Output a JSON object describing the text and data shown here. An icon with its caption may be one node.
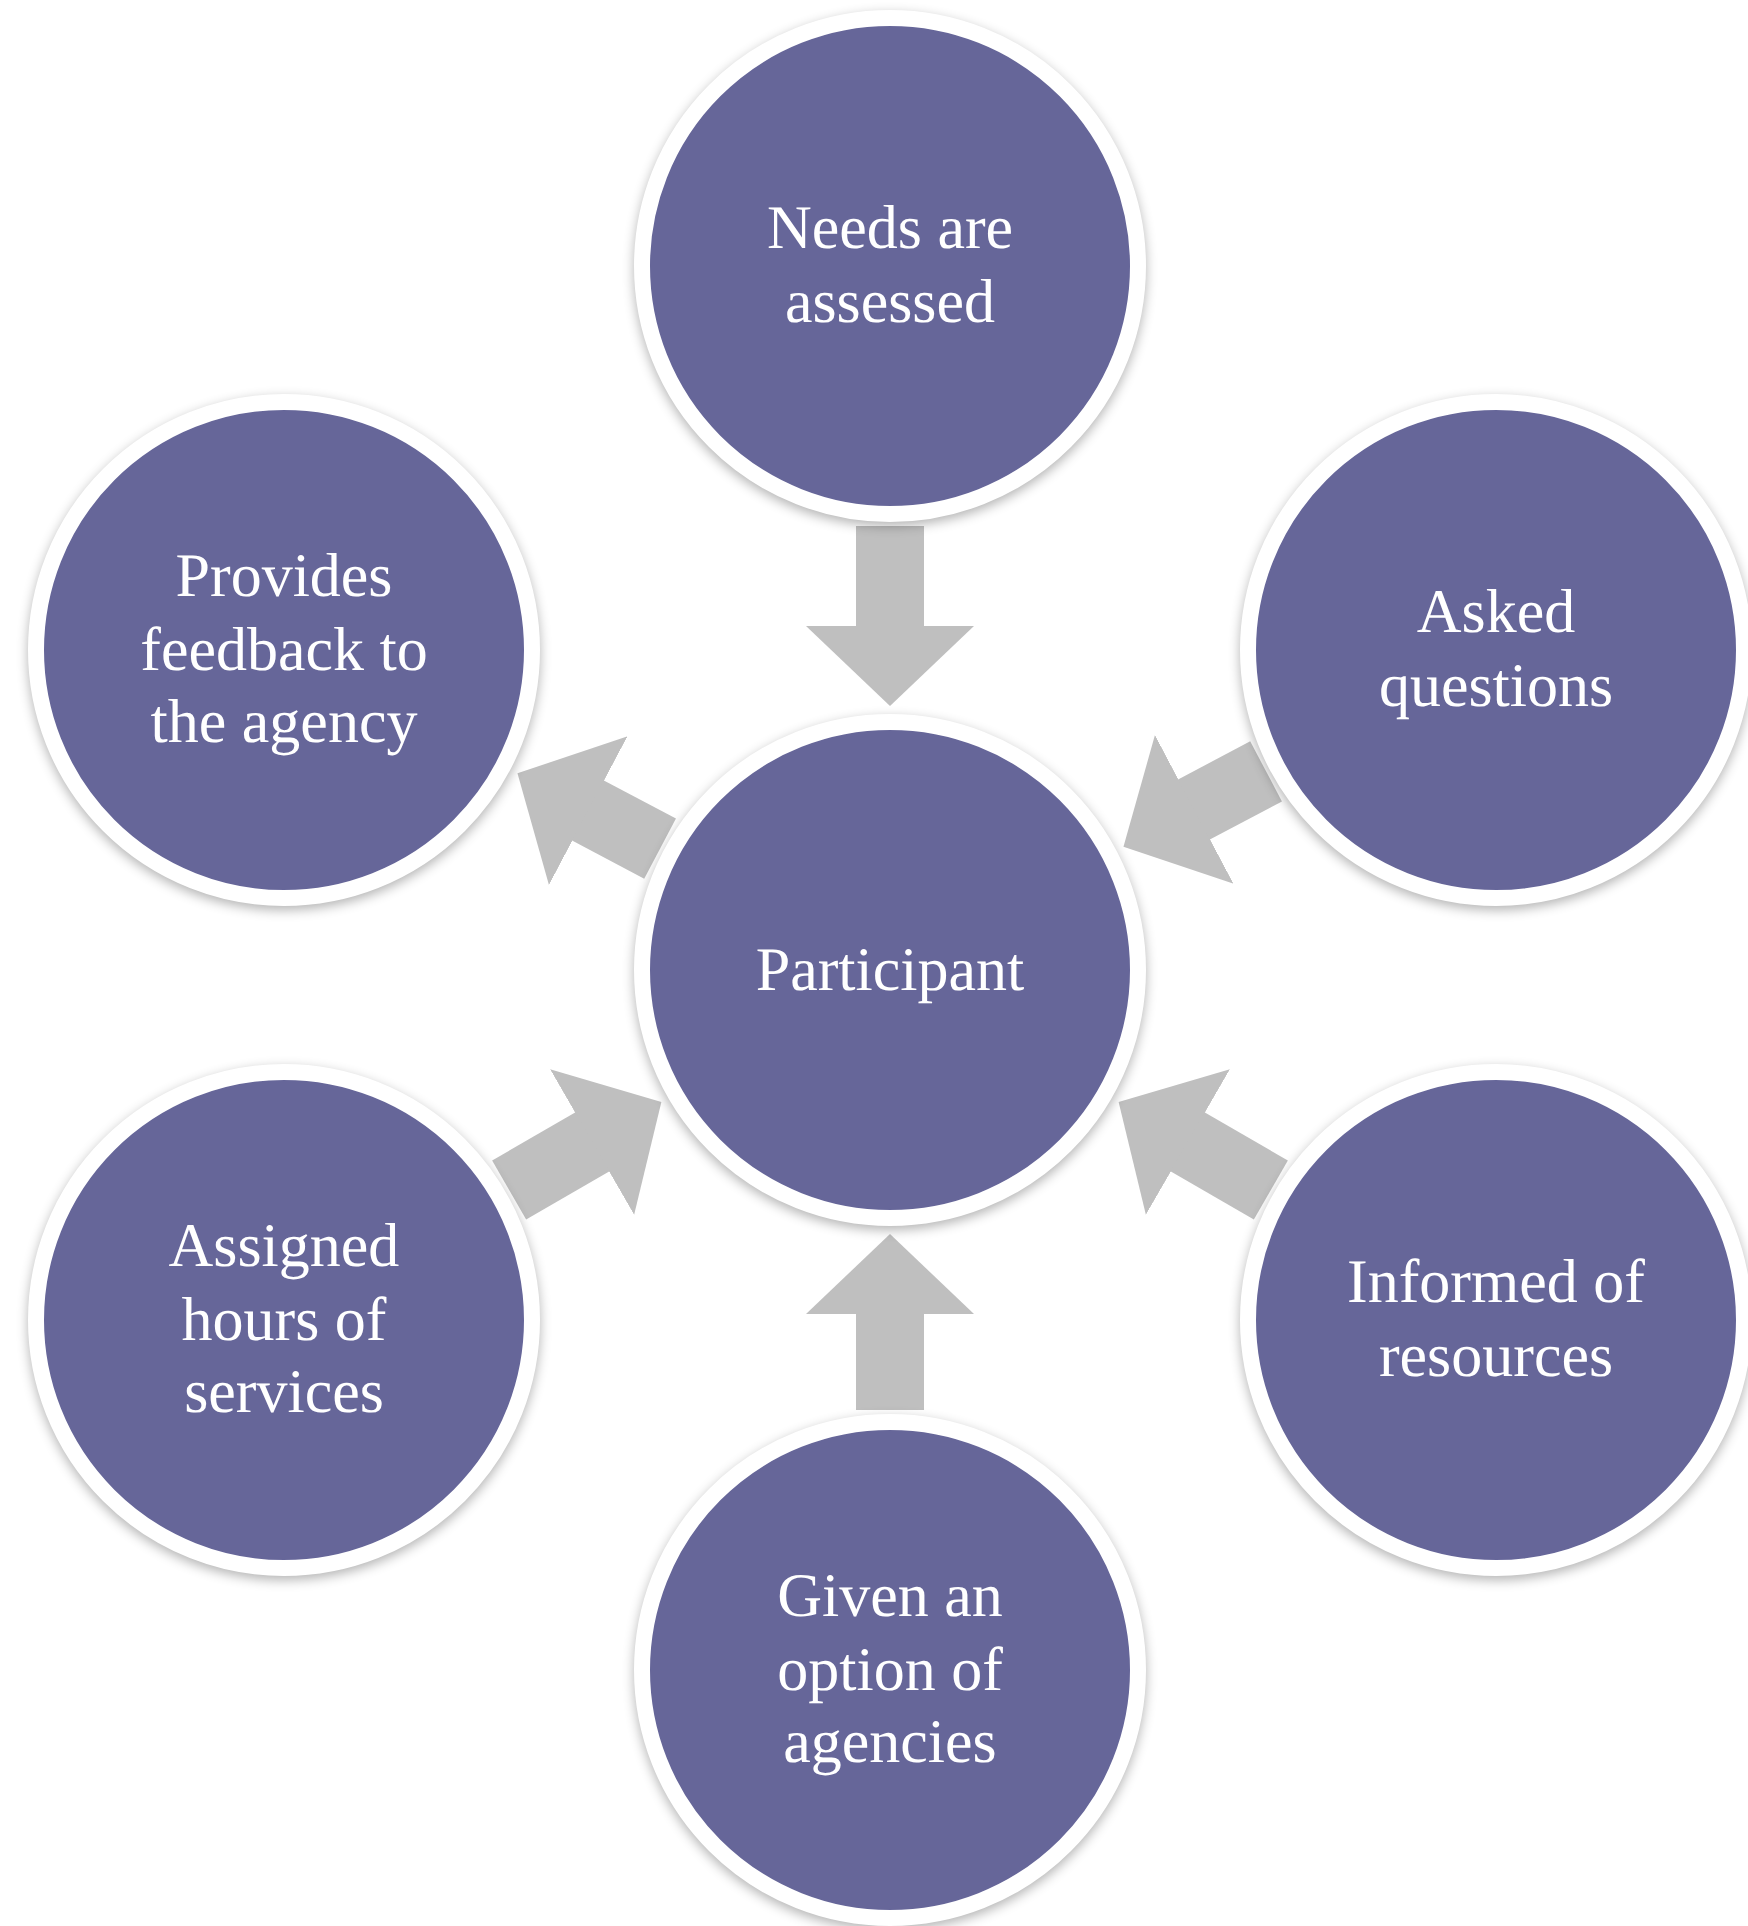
{
  "diagram": {
    "nodes": [
      {
        "text": [
          "Needs are assessed"
        ]
      },
      {
        "text": [
          "Provides feedback to the agency"
        ]
      },
      {
        "text": [
          "Asked questions"
        ]
      },
      {
        "text": [
          "Participant"
        ]
      },
      {
        "text": [
          "Assigned hours of services"
        ]
      },
      {
        "text": [
          "Informed of resources"
        ]
      },
      {
        "text": [
          "Given an option of agencies"
        ]
      }
    ],
    "edges": [
      {
        "from": 0,
        "to": 3,
        "arrow": "to"
      },
      {
        "from": 2,
        "to": 3,
        "arrow": "to"
      },
      {
        "from": 5,
        "to": 3,
        "arrow": "to"
      },
      {
        "from": 6,
        "to": 3,
        "arrow": "to"
      },
      {
        "from": 4,
        "to": 3,
        "arrow": "to"
      },
      {
        "from": 3,
        "to": 1,
        "arrow": "to"
      }
    ]
  }
}
